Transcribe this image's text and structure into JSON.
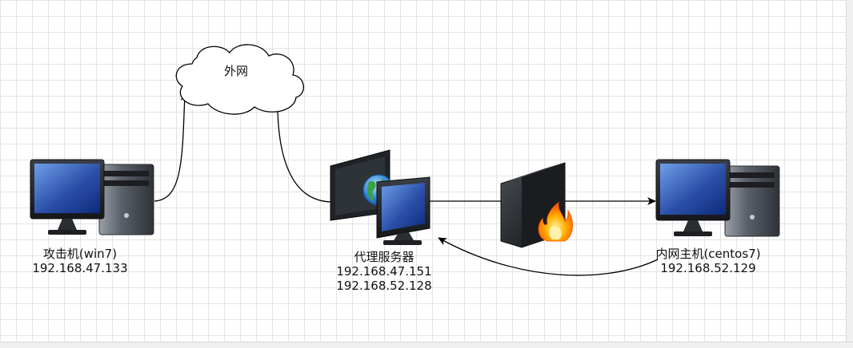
{
  "cloud": {
    "label": "外网"
  },
  "attacker": {
    "name": "攻击机(win7)",
    "ip": "192.168.47.133"
  },
  "proxy": {
    "name": "代理服务器",
    "ip1": "192.168.47.151",
    "ip2": "192.168.52.128"
  },
  "internal": {
    "name": "内网主机(centos7)",
    "ip": "192.168.52.129"
  },
  "icons": {
    "attacker": "desktop-computer-icon",
    "proxy": "web-server-icon",
    "firewall": "firewall-icon",
    "internal": "desktop-computer-icon",
    "cloud": "cloud-shape"
  },
  "colors": {
    "edge": "#000000",
    "cloud_stroke": "#000000",
    "flame": "#ff7a00",
    "screen": "#2b4fa8"
  }
}
